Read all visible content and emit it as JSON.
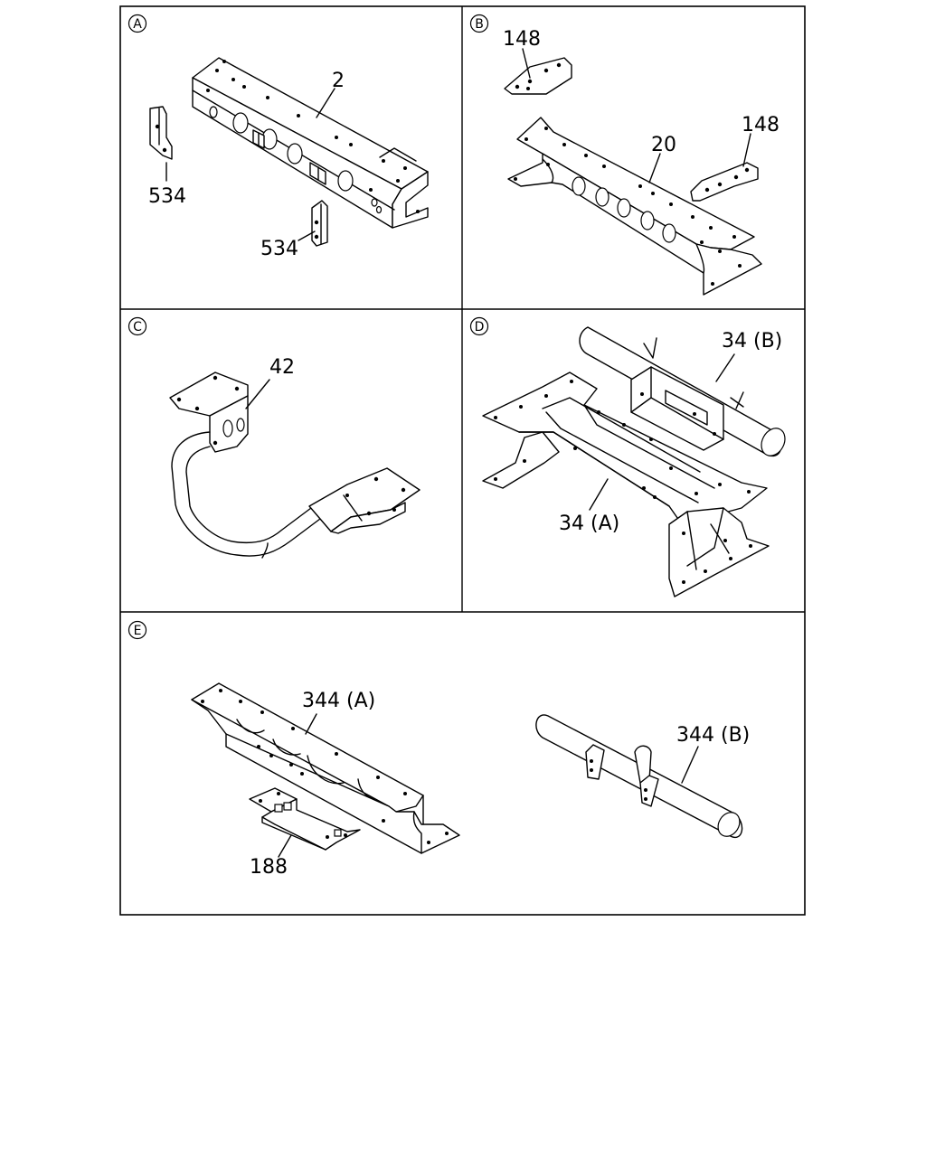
{
  "panels": [
    {
      "letter": "A",
      "labels": [
        "2",
        "534",
        "534"
      ]
    },
    {
      "letter": "B",
      "labels": [
        "148",
        "20",
        "148"
      ]
    },
    {
      "letter": "C",
      "labels": [
        "42"
      ]
    },
    {
      "letter": "D",
      "labels": [
        "34 (B)",
        "34 (A)"
      ]
    },
    {
      "letter": "E",
      "labels": [
        "344 (A)",
        "344 (B)",
        "188"
      ]
    }
  ],
  "colors": {
    "line": "#000000",
    "background": "#ffffff"
  }
}
